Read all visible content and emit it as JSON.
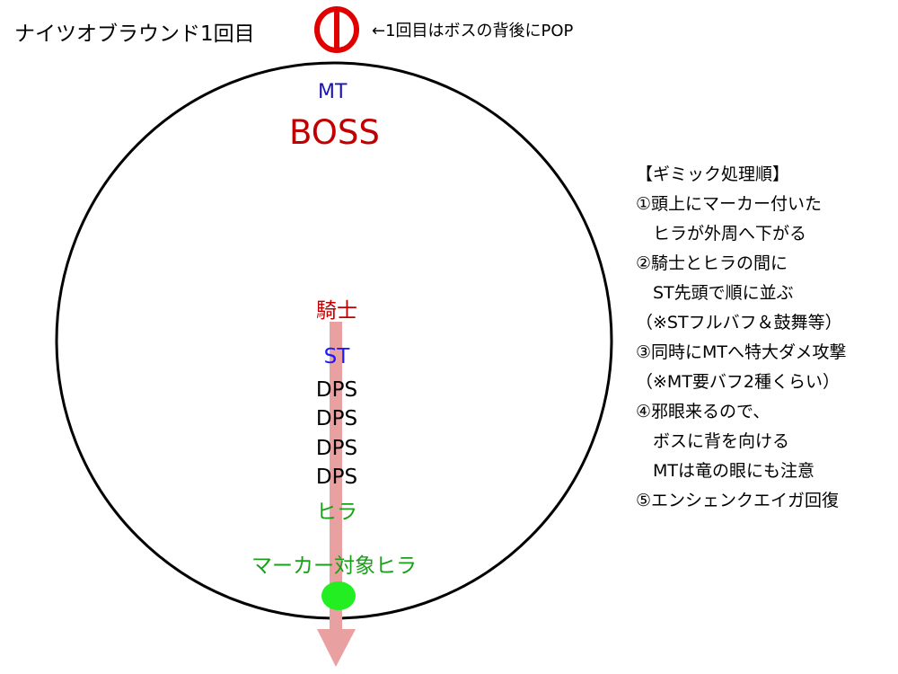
{
  "header": {
    "title": "ナイツオブラウンド1回目",
    "pop_note": "←1回目はボスの背後にPOP"
  },
  "arena": {
    "mt": "MT",
    "boss": "BOSS",
    "line": [
      "騎士",
      "ST",
      "DPS",
      "DPS",
      "DPS",
      "DPS",
      "ヒラ"
    ],
    "marker_target": "マーカー対象ヒラ"
  },
  "colors": {
    "boss": "#c00000",
    "mt": "#1a12b4",
    "st": "#1a1aff",
    "healer": "#19a019",
    "marker": "#22ee22",
    "arrow": "#e8a0a0"
  },
  "steps": [
    "【ギミック処理順】",
    "①頭上にマーカー付いた",
    "　ヒラが外周へ下がる",
    "②騎士とヒラの間に",
    "　ST先頭で順に並ぶ",
    "（※STフルバフ＆鼓舞等）",
    "③同時にMTへ特大ダメ攻撃",
    "（※MT要バフ2種くらい）",
    "④邪眼来るので、",
    "　ボスに背を向ける",
    "　MTは竜の眼にも注意",
    "⑤エンシェンクエイガ回復"
  ]
}
